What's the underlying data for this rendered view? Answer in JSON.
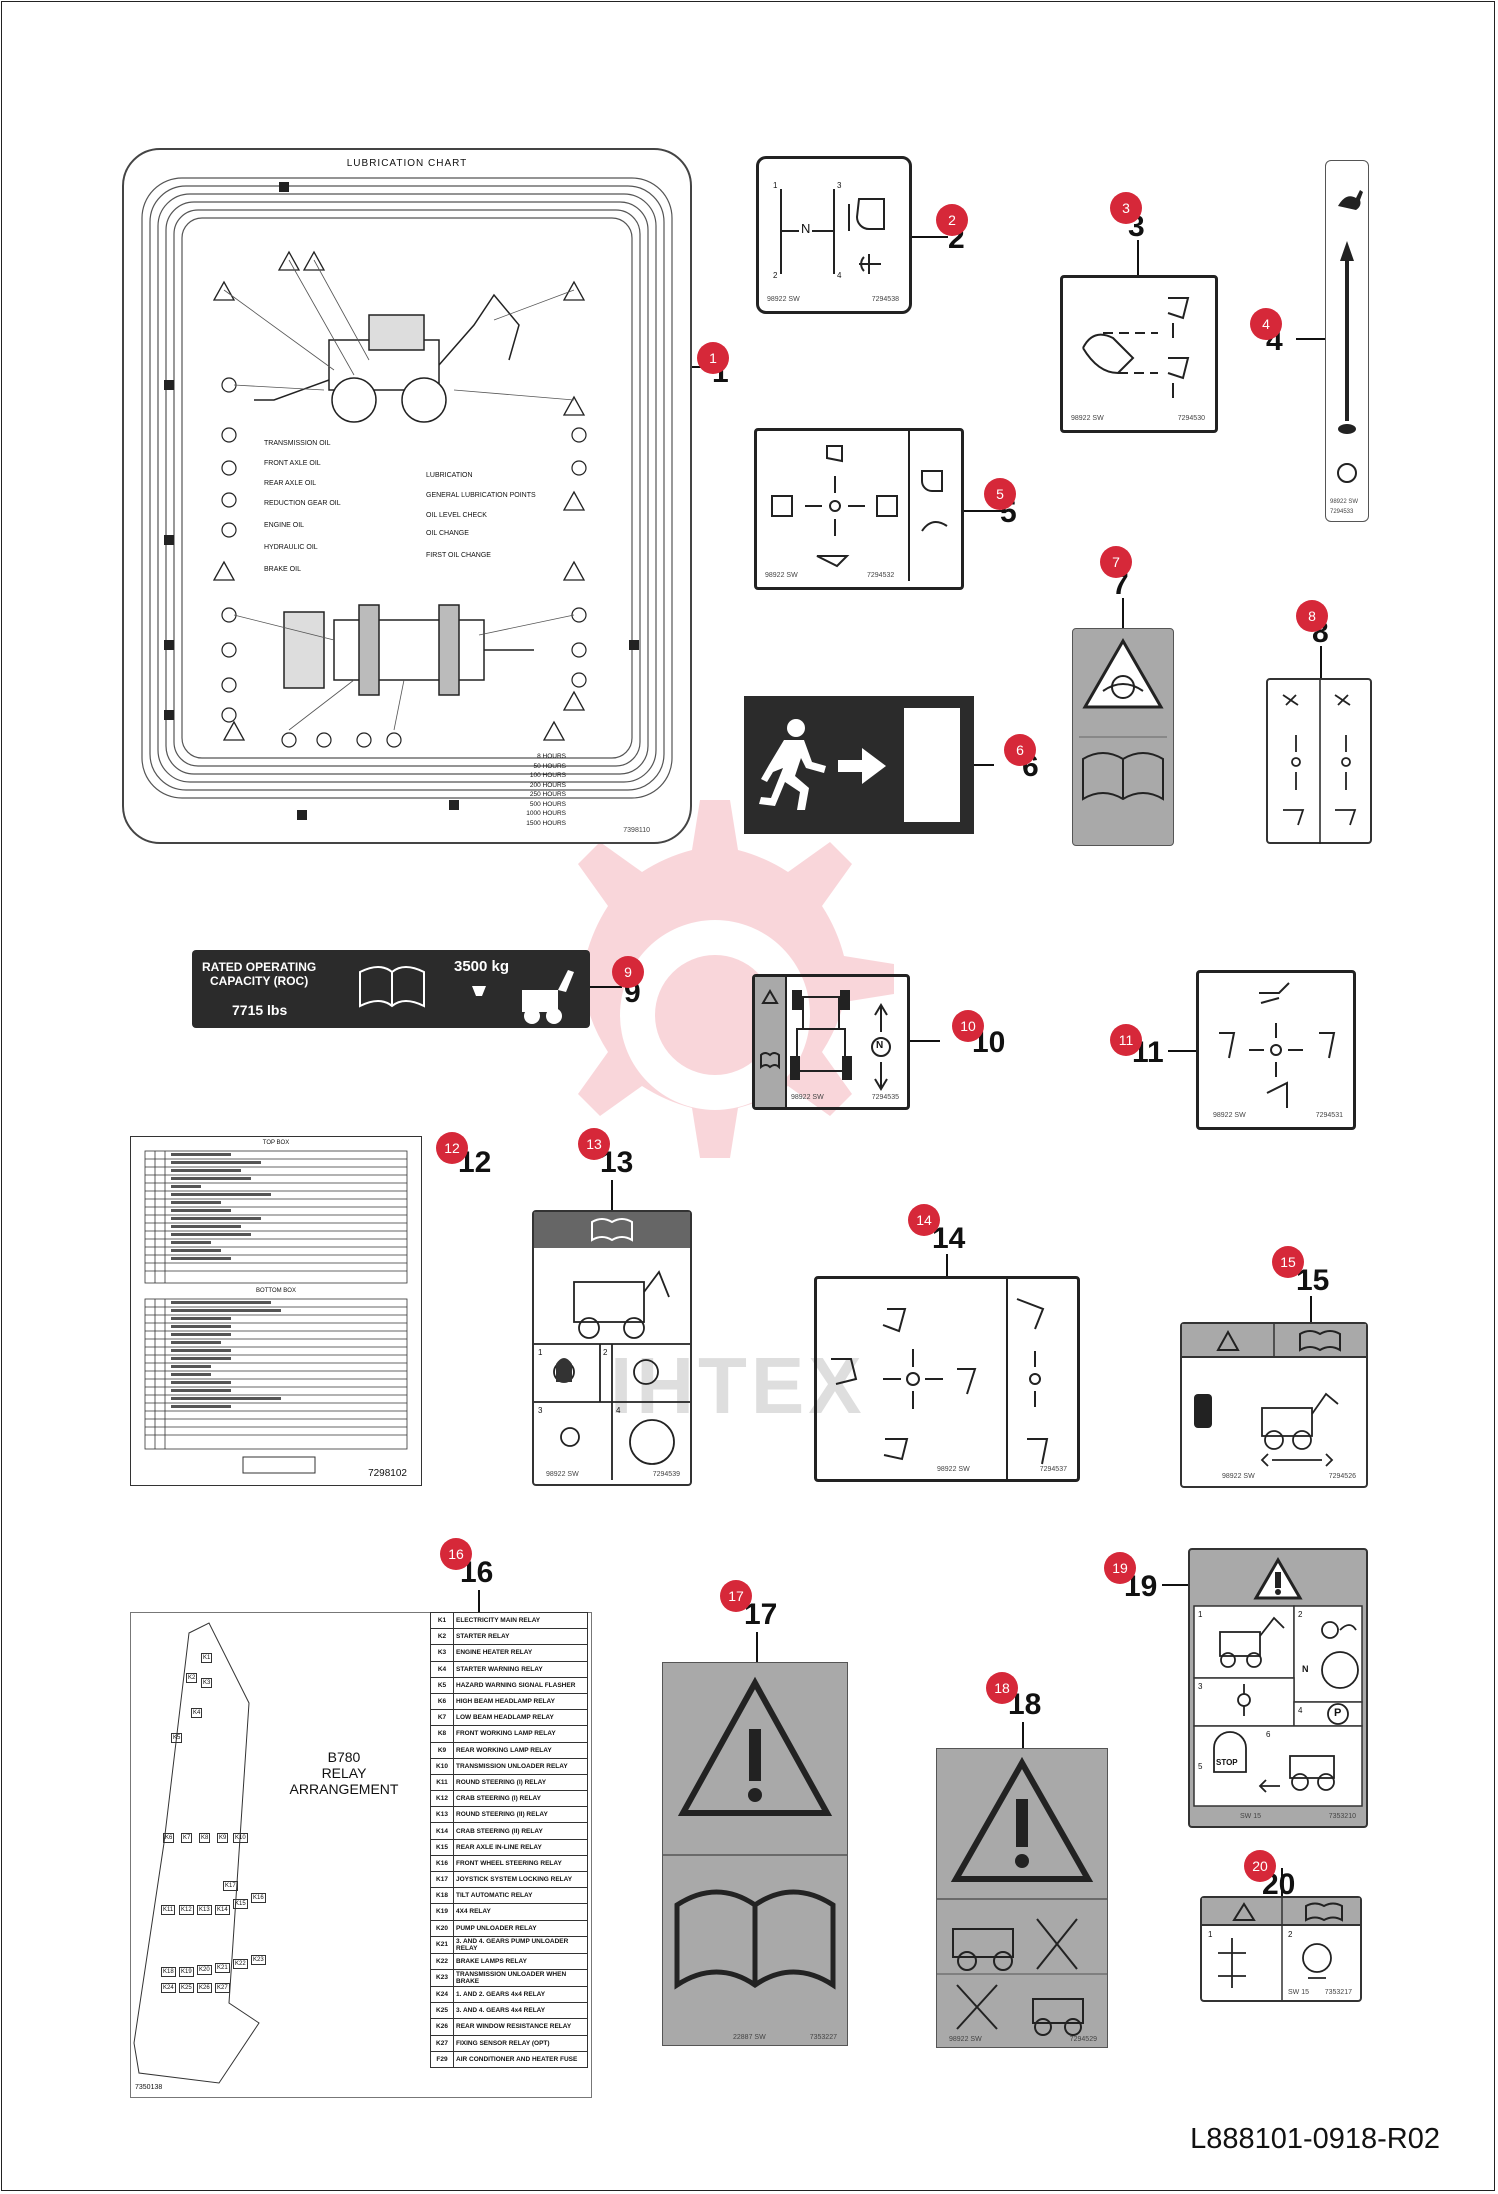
{
  "document_id": "L888101-0918-R02",
  "watermark_text": "IHTEX",
  "colors": {
    "callout": "#d62839",
    "decal_grey": "#a9a9a9",
    "dark": "#2b2b2b"
  },
  "callouts": [
    "1",
    "2",
    "3",
    "4",
    "5",
    "6",
    "7",
    "8",
    "9",
    "10",
    "11",
    "12",
    "13",
    "14",
    "15",
    "16",
    "17",
    "18",
    "19",
    "20"
  ],
  "item_numbers": [
    "1",
    "2",
    "3",
    "4",
    "5",
    "6",
    "7",
    "8",
    "9",
    "10",
    "11",
    "12",
    "13",
    "14",
    "15",
    "16",
    "17",
    "18",
    "19",
    "20"
  ],
  "lubrication_chart": {
    "title": "LUBRICATION CHART",
    "legend_left": [
      "TRANSMISSION OIL",
      "FRONT AXLE OIL",
      "REAR AXLE OIL",
      "REDUCTION GEAR OIL",
      "ENGINE OIL",
      "HYDRAULIC OIL",
      "BRAKE OIL"
    ],
    "legend_right": [
      "LUBRICATION",
      "GENERAL LUBRICATION POINTS",
      "OIL LEVEL CHECK",
      "OIL CHANGE",
      "FIRST OIL CHANGE"
    ],
    "intervals": [
      "8 HOURS",
      "50 HOURS",
      "100 HOURS",
      "200 HOURS",
      "250 HOURS",
      "500 HOURS",
      "1000 HOURS",
      "1500 HOURS"
    ],
    "part_code": "7398110"
  },
  "decal_codes": {
    "d2": [
      "98922 SW",
      "7294538"
    ],
    "d3": [
      "98922 SW",
      "7294530"
    ],
    "d4": [
      "98922 SW",
      "7294533"
    ],
    "d5": [
      "98922 SW",
      "7294532"
    ],
    "d10": [
      "98922 SW",
      "7294535"
    ],
    "d11": [
      "98922 SW",
      "7294531"
    ],
    "d13": [
      "98922 SW",
      "7294539"
    ],
    "d14": [
      "98922 SW",
      "7294537"
    ],
    "d15": [
      "98922 SW",
      "7294526"
    ],
    "d17": [
      "22887 SW",
      "7353227"
    ],
    "d18": [
      "98922 SW",
      "7294529"
    ],
    "d19": [
      "SW 15",
      "7353210"
    ],
    "d20": [
      "SW 15",
      "7353217"
    ]
  },
  "decal2": {
    "n_label": "N",
    "gears": [
      "1",
      "3",
      "2",
      "4"
    ]
  },
  "roc_decal": {
    "title_line1": "RATED OPERATING",
    "title_line2": "CAPACITY (ROC)",
    "kg": "3500 kg",
    "lbs": "7715 lbs"
  },
  "decal10": {
    "n_label": "N"
  },
  "fuse_box": {
    "top_header": "TOP BOX",
    "bottom_header": "BOTTOM BOX",
    "part_code": "7298102"
  },
  "decal13": {
    "panels": [
      "1",
      "2",
      "3",
      "4"
    ]
  },
  "decal19": {
    "panels": [
      "1",
      "2",
      "3",
      "4",
      "5",
      "6"
    ],
    "n_label": "N",
    "p_label": "P",
    "stop_label": "STOP"
  },
  "decal20": {
    "panels": [
      "1",
      "2"
    ]
  },
  "relay": {
    "title_line1": "B780",
    "title_line2": "RELAY",
    "title_line3": "ARRANGEMENT",
    "part_code": "7350138",
    "rows": [
      {
        "k": "K1",
        "label": "ELECTRICITY MAIN RELAY"
      },
      {
        "k": "K2",
        "label": "STARTER RELAY"
      },
      {
        "k": "K3",
        "label": "ENGINE HEATER RELAY"
      },
      {
        "k": "K4",
        "label": "STARTER WARNING RELAY"
      },
      {
        "k": "K5",
        "label": "HAZARD WARNING SIGNAL FLASHER"
      },
      {
        "k": "K6",
        "label": "HIGH BEAM HEADLAMP RELAY"
      },
      {
        "k": "K7",
        "label": "LOW BEAM HEADLAMP RELAY"
      },
      {
        "k": "K8",
        "label": "FRONT WORKING LAMP RELAY"
      },
      {
        "k": "K9",
        "label": "REAR WORKING LAMP RELAY"
      },
      {
        "k": "K10",
        "label": "TRANSMISSION UNLOADER RELAY"
      },
      {
        "k": "K11",
        "label": "ROUND STEERING (I) RELAY"
      },
      {
        "k": "K12",
        "label": "CRAB STEERING (I) RELAY"
      },
      {
        "k": "K13",
        "label": "ROUND STEERING (II) RELAY"
      },
      {
        "k": "K14",
        "label": "CRAB STEERING (II) RELAY"
      },
      {
        "k": "K15",
        "label": "REAR AXLE IN-LINE RELAY"
      },
      {
        "k": "K16",
        "label": "FRONT WHEEL STEERING RELAY"
      },
      {
        "k": "K17",
        "label": "JOYSTICK SYSTEM LOCKING RELAY"
      },
      {
        "k": "K18",
        "label": "TILT AUTOMATIC RELAY"
      },
      {
        "k": "K19",
        "label": "4X4 RELAY"
      },
      {
        "k": "K20",
        "label": "PUMP UNLOADER RELAY"
      },
      {
        "k": "K21",
        "label": "3. AND 4. GEARS PUMP UNLOADER RELAY"
      },
      {
        "k": "K22",
        "label": "BRAKE LAMPS RELAY"
      },
      {
        "k": "K23",
        "label": "TRANSMISSION UNLOADER WHEN BRAKE"
      },
      {
        "k": "K24",
        "label": "1. AND 2. GEARS 4x4 RELAY"
      },
      {
        "k": "K25",
        "label": "3. AND 4. GEARS 4x4 RELAY"
      },
      {
        "k": "K26",
        "label": "REAR WINDOW RESISTANCE RELAY"
      },
      {
        "k": "K27",
        "label": "FIXING SENSOR RELAY (OPT)"
      },
      {
        "k": "F29",
        "label": "AIR CONDITIONER AND HEATER FUSE"
      }
    ],
    "map_labels": [
      "K1",
      "K2",
      "K3",
      "K4",
      "K5",
      "K6",
      "K7",
      "K8",
      "K9",
      "K10",
      "K11",
      "K12",
      "K13",
      "K14",
      "K15",
      "K16",
      "K17",
      "K18",
      "K19",
      "K20",
      "K21",
      "K22",
      "K23",
      "K24",
      "K25",
      "K26",
      "K27"
    ]
  }
}
